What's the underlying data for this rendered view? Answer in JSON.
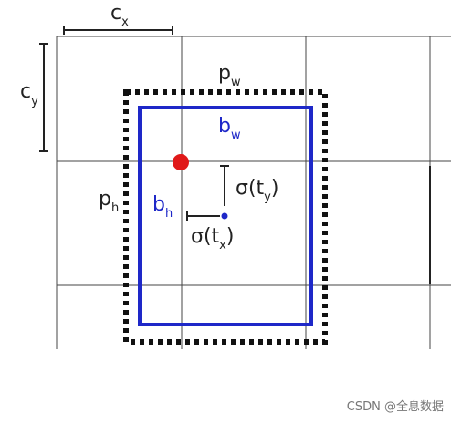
{
  "labels": {
    "cx": {
      "main": "c",
      "sub": "x"
    },
    "cy": {
      "main": "c",
      "sub": "y"
    },
    "pw": {
      "main": "p",
      "sub": "w"
    },
    "ph": {
      "main": "p",
      "sub": "h"
    },
    "bw": {
      "main": "b",
      "sub": "w"
    },
    "bh": {
      "main": "b",
      "sub": "h"
    },
    "sigma_ty": {
      "prefix": "σ(t",
      "sub": "y",
      "suffix": ")"
    },
    "sigma_tx": {
      "prefix": "σ(t",
      "sub": "x",
      "suffix": ")"
    }
  },
  "watermark": "CSDN @全息数据",
  "colors": {
    "prior_box": "#111111",
    "bbox": "#1e28c8",
    "grid_point": "#e01818",
    "center_point": "#1e28c8"
  }
}
